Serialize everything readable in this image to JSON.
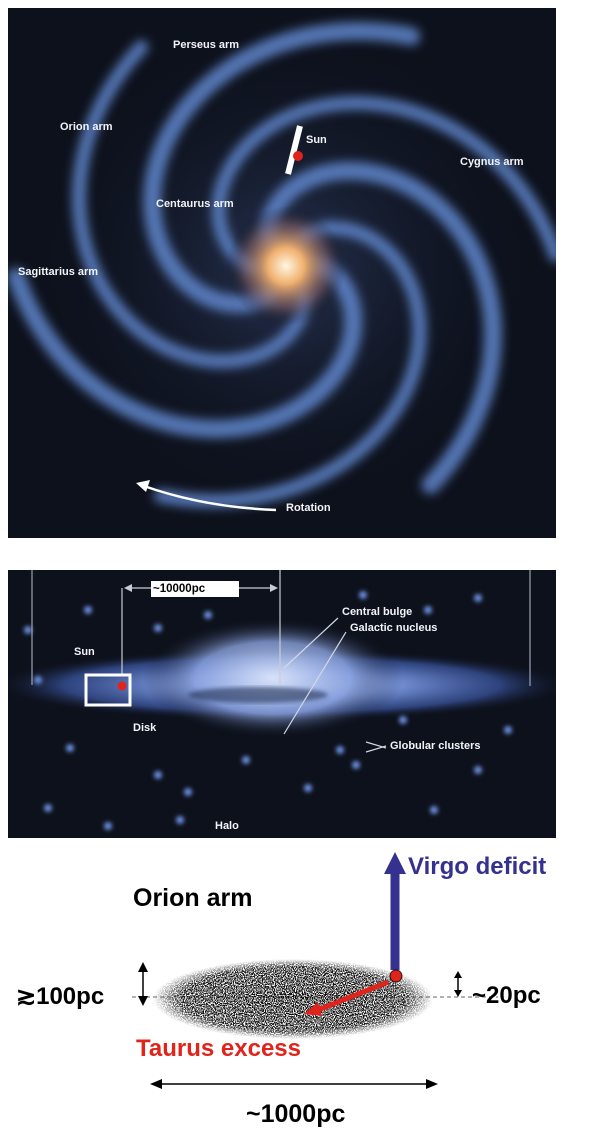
{
  "top_panel": {
    "labels": {
      "perseus": "Perseus arm",
      "orion": "Orion arm",
      "sun": "Sun",
      "cygnus": "Cygnus arm",
      "centaurus": "Centaurus arm",
      "sagittarius": "Sagittarius arm",
      "rotation": "Rotation"
    }
  },
  "middle_panel": {
    "labels": {
      "scale": "~10000pc",
      "central_bulge": "Central bulge",
      "galactic_nucleus": "Galactic nucleus",
      "sun": "Sun",
      "disk": "Disk",
      "globular_clusters": "Globular clusters",
      "halo": "Halo"
    }
  },
  "bottom_panel": {
    "labels": {
      "virgo_deficit": "Virgo deficit",
      "orion_arm": "Orion arm",
      "height_left": "≳100pc",
      "height_right": "~20pc",
      "taurus_excess": "Taurus excess",
      "width": "~1000pc"
    }
  },
  "colors": {
    "sun_marker": "#e0241b",
    "virgo_arrow": "#34318f",
    "taurus_text": "#e0241b",
    "panel_bg": "#0d111c",
    "arm_blue": "#5f86cc"
  }
}
